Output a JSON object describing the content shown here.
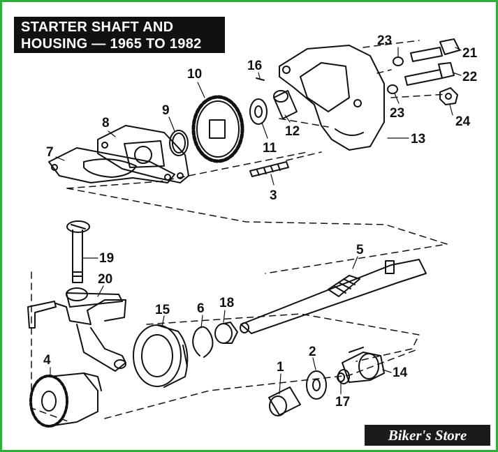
{
  "title": {
    "line1": "STARTER SHAFT AND",
    "line2": "HOUSING — 1965 TO 1982"
  },
  "parts": [
    {
      "id": "p1",
      "label": "1"
    },
    {
      "id": "p2",
      "label": "2"
    },
    {
      "id": "p3",
      "label": "3"
    },
    {
      "id": "p4",
      "label": "4"
    },
    {
      "id": "p5",
      "label": "5"
    },
    {
      "id": "p6",
      "label": "6"
    },
    {
      "id": "p7",
      "label": "7"
    },
    {
      "id": "p8",
      "label": "8"
    },
    {
      "id": "p9",
      "label": "9"
    },
    {
      "id": "p10",
      "label": "10"
    },
    {
      "id": "p11",
      "label": "11"
    },
    {
      "id": "p12",
      "label": "12"
    },
    {
      "id": "p13",
      "label": "13"
    },
    {
      "id": "p14",
      "label": "14"
    },
    {
      "id": "p15",
      "label": "15"
    },
    {
      "id": "p16",
      "label": "16"
    },
    {
      "id": "p17",
      "label": "17"
    },
    {
      "id": "p18",
      "label": "18"
    },
    {
      "id": "p19",
      "label": "19"
    },
    {
      "id": "p20",
      "label": "20"
    },
    {
      "id": "p21",
      "label": "21"
    },
    {
      "id": "p22",
      "label": "22"
    },
    {
      "id": "p23a",
      "label": "23"
    },
    {
      "id": "p23b",
      "label": "23"
    },
    {
      "id": "p24",
      "label": "24"
    }
  ],
  "watermark": "Biker's Store",
  "colors": {
    "frame": "#2fae3a",
    "ink": "#111111",
    "title_bg": "#111111",
    "title_text": "#ffffff"
  }
}
